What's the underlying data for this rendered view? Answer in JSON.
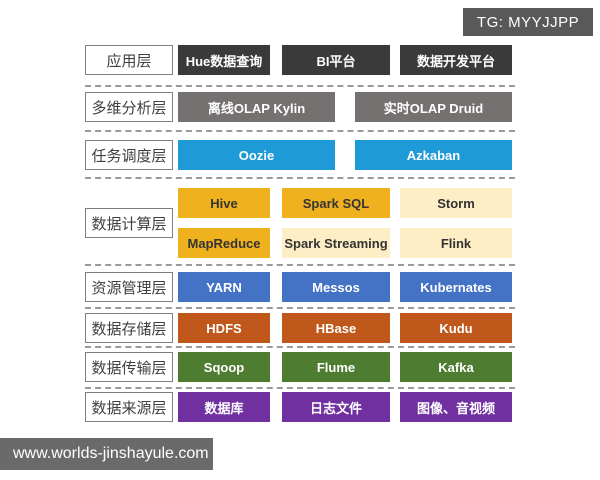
{
  "badge": {
    "label": "TG: MYYJJPP"
  },
  "watermark": {
    "label": "www.worlds-jinshayule.com"
  },
  "colors": {
    "dark": "#3a3a3a",
    "gray": "#767171",
    "azure": "#1e9bd7",
    "gold": "#f0b11e",
    "cream": "#fdeec5",
    "blue": "#4472c4",
    "rust": "#c0581c",
    "green": "#4e7c31",
    "purple": "#7030a0",
    "dark_text": "#333333",
    "label_border": "#7f7f7f",
    "dash": "#9a9a9a"
  },
  "layers": [
    {
      "id": "application",
      "label": "应用层",
      "rows": [
        [
          {
            "text": "Hue数据查询",
            "color": "dark"
          },
          {
            "text": "BI平台",
            "color": "dark"
          },
          {
            "text": "数据开发平台",
            "color": "dark"
          }
        ]
      ]
    },
    {
      "id": "olap-analysis",
      "label": "多维分析层",
      "rows": [
        [
          {
            "text": "离线OLAP Kylin",
            "color": "gray"
          },
          {
            "text": "实时OLAP Druid",
            "color": "gray"
          }
        ]
      ]
    },
    {
      "id": "task-scheduling",
      "label": "任务调度层",
      "rows": [
        [
          {
            "text": "Oozie",
            "color": "azure"
          },
          {
            "text": "Azkaban",
            "color": "azure"
          }
        ]
      ]
    },
    {
      "id": "data-compute",
      "label": "数据计算层",
      "rows": [
        [
          {
            "text": "Hive",
            "color": "gold"
          },
          {
            "text": "Spark SQL",
            "color": "gold"
          },
          {
            "text": "Storm",
            "color": "cream"
          }
        ],
        [
          {
            "text": "MapReduce",
            "color": "gold"
          },
          {
            "text": "Spark Streaming",
            "color": "cream"
          },
          {
            "text": "Flink",
            "color": "cream"
          }
        ]
      ]
    },
    {
      "id": "resource-management",
      "label": "资源管理层",
      "rows": [
        [
          {
            "text": "YARN",
            "color": "blue"
          },
          {
            "text": "Messos",
            "color": "blue"
          },
          {
            "text": "Kubernates",
            "color": "blue"
          }
        ]
      ]
    },
    {
      "id": "data-storage",
      "label": "数据存储层",
      "rows": [
        [
          {
            "text": "HDFS",
            "color": "rust"
          },
          {
            "text": "HBase",
            "color": "rust"
          },
          {
            "text": "Kudu",
            "color": "rust"
          }
        ]
      ]
    },
    {
      "id": "data-transport",
      "label": "数据传输层",
      "rows": [
        [
          {
            "text": "Sqoop",
            "color": "green"
          },
          {
            "text": "Flume",
            "color": "green"
          },
          {
            "text": "Kafka",
            "color": "green"
          }
        ]
      ]
    },
    {
      "id": "data-source",
      "label": "数据来源层",
      "rows": [
        [
          {
            "text": "数据库",
            "color": "purple"
          },
          {
            "text": "日志文件",
            "color": "purple"
          },
          {
            "text": "图像、音视频",
            "color": "purple"
          }
        ]
      ]
    }
  ]
}
